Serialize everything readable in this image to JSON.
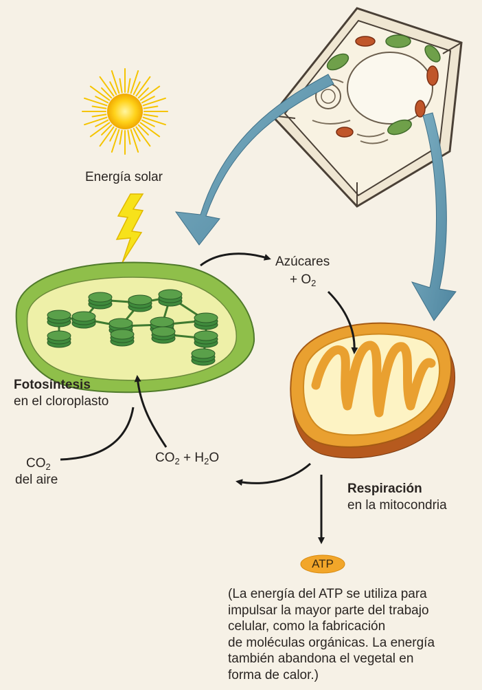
{
  "labels": {
    "solar_energy": "Energía solar",
    "sugars": "Azúcares",
    "o2_plus": "+ O",
    "o2_sub": "2",
    "photosynthesis_title": "Fotosíntesis",
    "photosynthesis_place": "en el cloroplasto",
    "co2_air_main": "CO",
    "co2_air_sub": "2",
    "co2_air_line2": "del aire",
    "co2_h2o_a": "CO",
    "co2_h2o_a_sub": "2",
    "co2_h2o_b": " + H",
    "co2_h2o_b_sub": "2",
    "co2_h2o_c": "O",
    "respiration_title": "Respiración",
    "respiration_place": "en la mitocondria",
    "atp": "ATP"
  },
  "note": [
    "(La energía del ATP se utiliza para",
    "impulsar la mayor parte del trabajo",
    "celular, como la fabricación",
    "de moléculas orgánicas. La energía",
    "también abandona el vegetal en",
    "forma de calor.)"
  ],
  "colors": {
    "background": "#f6f1e6",
    "sun": "#f5c400",
    "chloroplast_outer": "#8fbf4a",
    "chloroplast_inner": "#eef0a8",
    "grana": "#3f8a3c",
    "mitochondrion_outer": "#e38a2a",
    "mitochondrion_inner": "#fdf3c4",
    "big_arrow": "#5b93aa",
    "arrow": "#1a1a1a",
    "atp_badge": "#f2a62a"
  }
}
